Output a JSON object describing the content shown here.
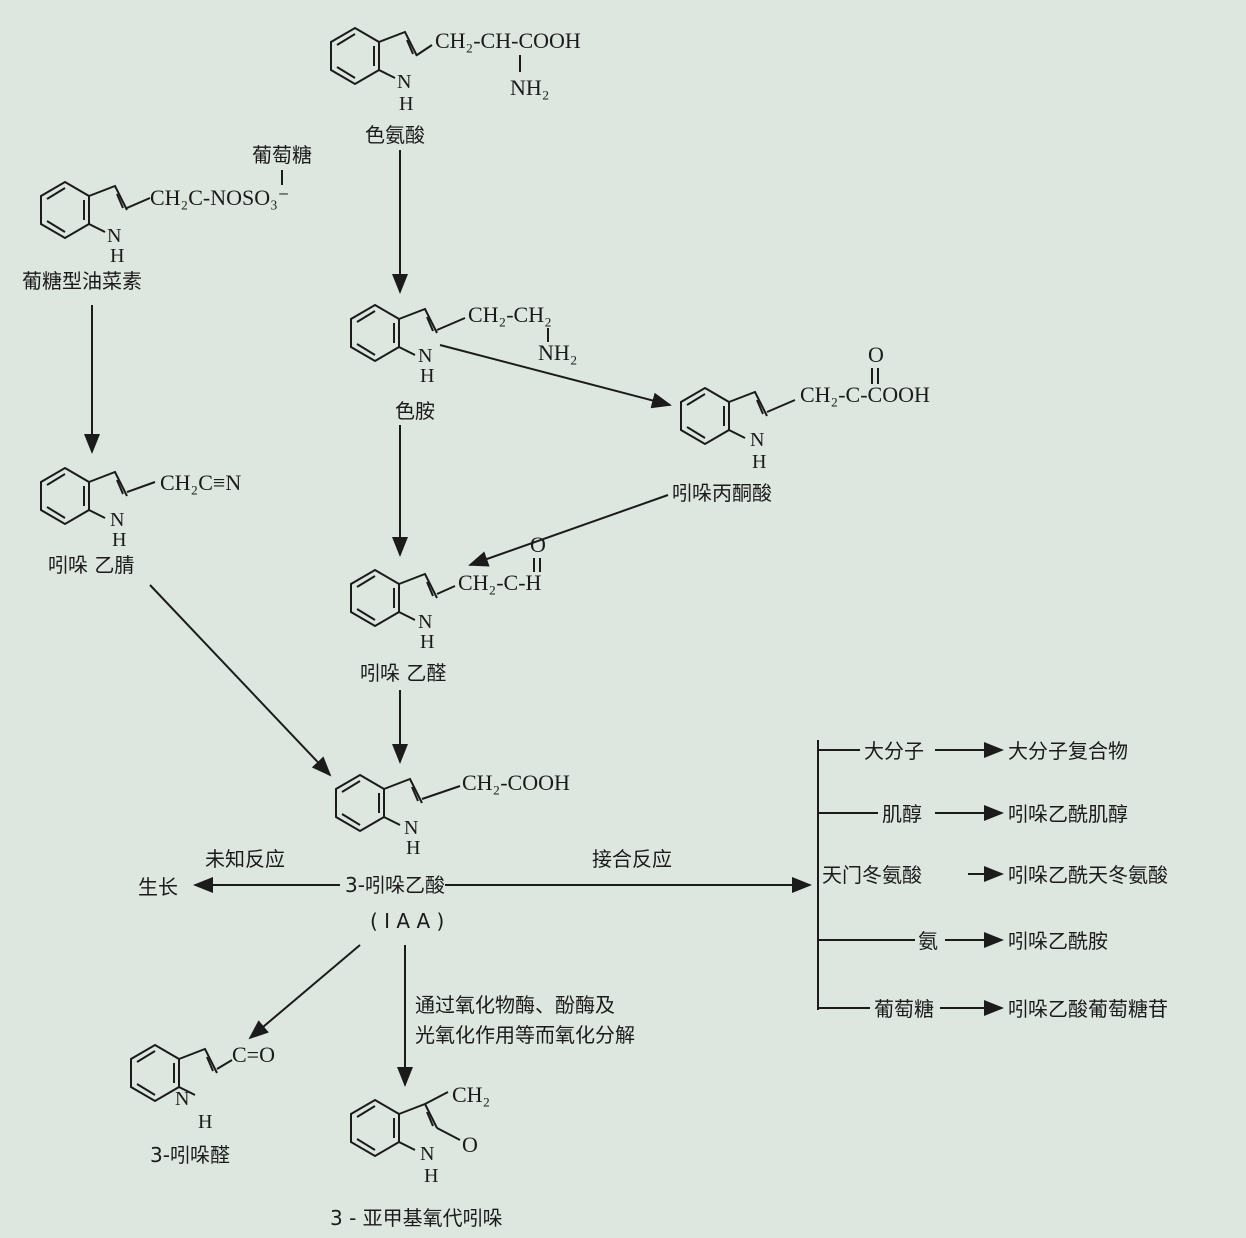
{
  "atoms": {
    "N": "N",
    "H": "H"
  },
  "molecules": {
    "tryptophan": {
      "name": "色氨酸",
      "chain": "CH₂-CH-COOH",
      "sub": "NH₂"
    },
    "glucobrassicin": {
      "name": "葡糖型油菜素",
      "chain": "CH₂C-NOSO₃⁻",
      "reagent": "葡萄糖"
    },
    "tryptamine": {
      "name": "色胺",
      "chain": "CH₂-CH₂",
      "sub": "NH₂"
    },
    "indolepyruvic": {
      "name": "吲哚丙酮酸",
      "chain": "CH₂-C-COOH",
      "sub": "O"
    },
    "indoleacetonitrile": {
      "name": "吲哚 乙腈",
      "chain": "CH₂C≡N"
    },
    "indoleacetaldehyde": {
      "name": "吲哚 乙醛",
      "chain": "CH₂-C-H",
      "sub": "O"
    },
    "iaa": {
      "name": "3-吲哚乙酸",
      "abbr": "( I A A )",
      "chain": "CH₂-COOH"
    },
    "indolealdehyde": {
      "name": "3-吲哚醛",
      "chain": "C=O"
    },
    "methyleneoxindole": {
      "name": "3 - 亚甲基氧代吲哚",
      "chain": "CH₂",
      "sub": "O"
    }
  },
  "reactions": {
    "unknown": "未知反应",
    "growth": "生长",
    "conjugation": "接合反应",
    "oxidation_line1": "通过氧化物酶、酚酶及",
    "oxidation_line2": "光氧化作用等而氧化分解"
  },
  "conjugates": [
    {
      "partner": "大分子",
      "product": "大分子复合物"
    },
    {
      "partner": "肌醇",
      "product": "吲哚乙酰肌醇"
    },
    {
      "partner": "天门冬氨酸",
      "product": "吲哚乙酰天冬氨酸"
    },
    {
      "partner": "氨",
      "product": "吲哚乙酰胺"
    },
    {
      "partner": "葡萄糖",
      "product": "吲哚乙酸葡萄糖苷"
    }
  ]
}
